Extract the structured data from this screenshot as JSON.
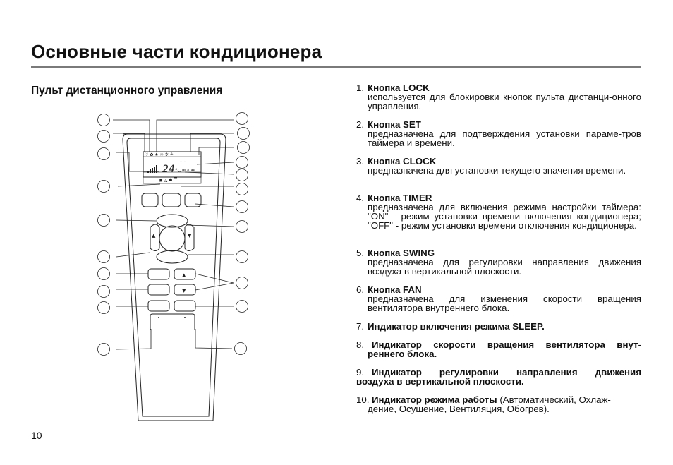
{
  "page": {
    "title": "Основные части кондиционера",
    "section_title": "Пульт дистанционного управления",
    "page_number": "10"
  },
  "remote_display": {
    "temperature": "24",
    "unit": "°C"
  },
  "parts": [
    {
      "num": "1.",
      "name": "Кнопка LOCK",
      "desc": "используется для блокировки кнопок пульта дистанци-онного управления."
    },
    {
      "num": "2.",
      "name": "Кнопка SET",
      "desc": "предназначена для подтверждения установки параме-тров таймера и времени."
    },
    {
      "num": "3.",
      "name": "Кнопка CLOCK",
      "desc": "предназначена для установки текущего значения времени."
    },
    {
      "num": "4.",
      "name": "Кнопка TIMER",
      "desc": "предназначена для включения режима настройки таймера: \"ON\" - режим установки времени включения кондиционера; \"OFF\" - режим установки времени отключения кондиционера."
    },
    {
      "num": "5.",
      "name": "Кнопка SWING",
      "desc": "предназначена для регулировки направления движения воздуха в вертикальной плоскости."
    },
    {
      "num": "6.",
      "name": "Кнопка FAN",
      "desc": "предназначена для изменения скорости вращения вентилятора внутреннего блока."
    },
    {
      "num": "7.",
      "name": "Индикатор включения режима SLEEP."
    },
    {
      "num": "8.",
      "name": "Индикатор скорости вращения вентилятора внут-",
      "cont": "реннего блока."
    },
    {
      "num": "9.",
      "name": "Индикатор регулировки направления движения",
      "cont": "воздуха в вертикальной плоскости."
    },
    {
      "num": "10.",
      "name": "Индикатор режима работы",
      "extra": " (Автоматический, Охлаж-",
      "cont": "дение, Осушение, Вентиляция, Обогрев)."
    }
  ]
}
